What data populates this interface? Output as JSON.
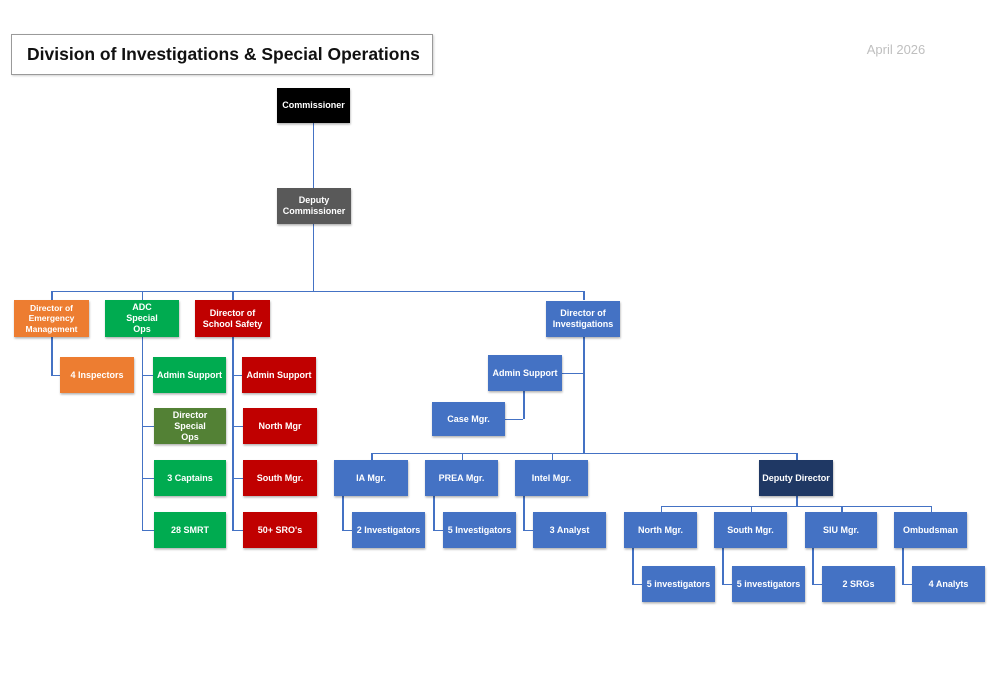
{
  "header": {
    "title": "Division of Investigations & Special Operations",
    "date": "April 2026"
  },
  "org": {
    "commissioner": "Commissioner",
    "deputy_commissioner": "Deputy Commissioner",
    "emergency_management": {
      "director": "Director of Emergency Management",
      "inspectors": "4 Inspectors"
    },
    "adc_special_ops": {
      "director": "ADC Special Ops",
      "admin_support": "Admin Support",
      "director_special_ops": "Director Special Ops",
      "captains": "3 Captains",
      "smrt": "28 SMRT"
    },
    "school_safety": {
      "director": "Director of School Safety",
      "admin_support": "Admin Support",
      "north_mgr": "North Mgr",
      "south_mgr": "South Mgr.",
      "sros": "50+ SRO's"
    },
    "investigations": {
      "director": "Director of Investigations",
      "admin_support": "Admin Support",
      "case_mgr": "Case Mgr.",
      "ia_mgr": "IA Mgr.",
      "ia_staff": "2 Investigators",
      "prea_mgr": "PREA Mgr.",
      "prea_staff": "5 Investigators",
      "intel_mgr": "Intel Mgr.",
      "intel_staff": "3 Analyst",
      "deputy_director": "Deputy Director",
      "north_mgr": "North Mgr.",
      "north_staff": "5 investigators",
      "south_mgr": "South Mgr.",
      "south_staff": "5 investigators",
      "siu_mgr": "SIU Mgr.",
      "siu_staff": "2 SRGs",
      "ombudsman": "Ombudsman",
      "ombudsman_staff": "4 Analyts"
    }
  },
  "colors": {
    "commissioner": "#000000",
    "deputy_commissioner": "#595959",
    "emergency_branch": "#ED7D31",
    "special_ops_branch": "#00AB50",
    "special_ops_dark": "#538135",
    "school_safety_branch": "#C00000",
    "investigations_branch": "#4472C4",
    "deputy_director": "#1F3864",
    "connector": "#4472C4",
    "date_text": "#BFBFBF",
    "title_text": "#111111"
  }
}
